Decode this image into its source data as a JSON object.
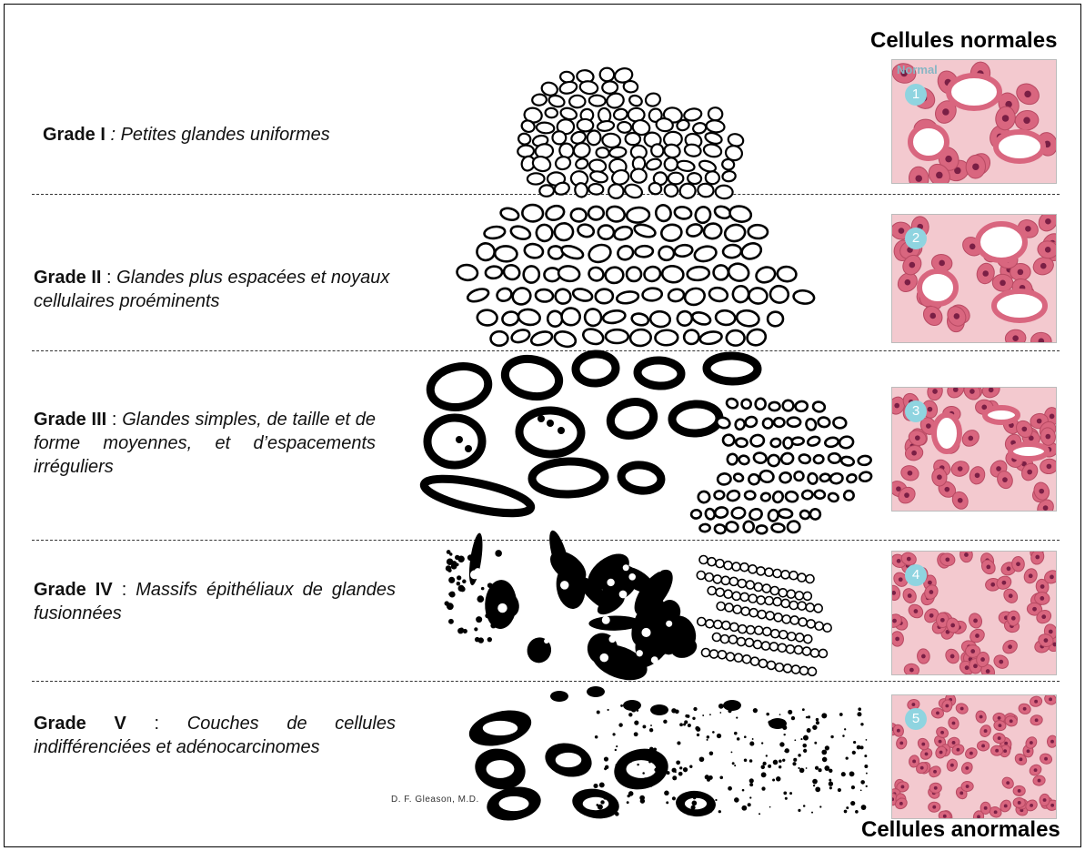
{
  "header_top": "Cellules normales",
  "header_bottom": "Cellules anormales",
  "signature": "D. F. Gleason, M.D.",
  "normal_tag": "Normal",
  "grades": [
    {
      "title": "Grade I",
      "sep": " : ",
      "desc": "Petites glandes uniformes",
      "badge": "1"
    },
    {
      "title": "Grade II",
      "sep": " : ",
      "desc": "Glandes plus espacées et noyaux cellulaires proéminents",
      "badge": "2"
    },
    {
      "title": "Grade III",
      "sep": " : ",
      "desc": "Glandes simples, de taille et de forme moyennes, et d’espacements irréguliers",
      "badge": "3"
    },
    {
      "title": "Grade IV",
      "sep": " : ",
      "desc": "Massifs épithéliaux de glandes fusionnées",
      "badge": "4"
    },
    {
      "title": "Grade V",
      "sep": " : ",
      "desc": "Couches de cellules indifférenciées et adénocarcinomes",
      "badge": "5"
    }
  ],
  "colors": {
    "tissue_bg": "#f3c9cf",
    "cell": "#d9667f",
    "nucleus": "#7a1f45",
    "badge": "#8fd4e0"
  }
}
